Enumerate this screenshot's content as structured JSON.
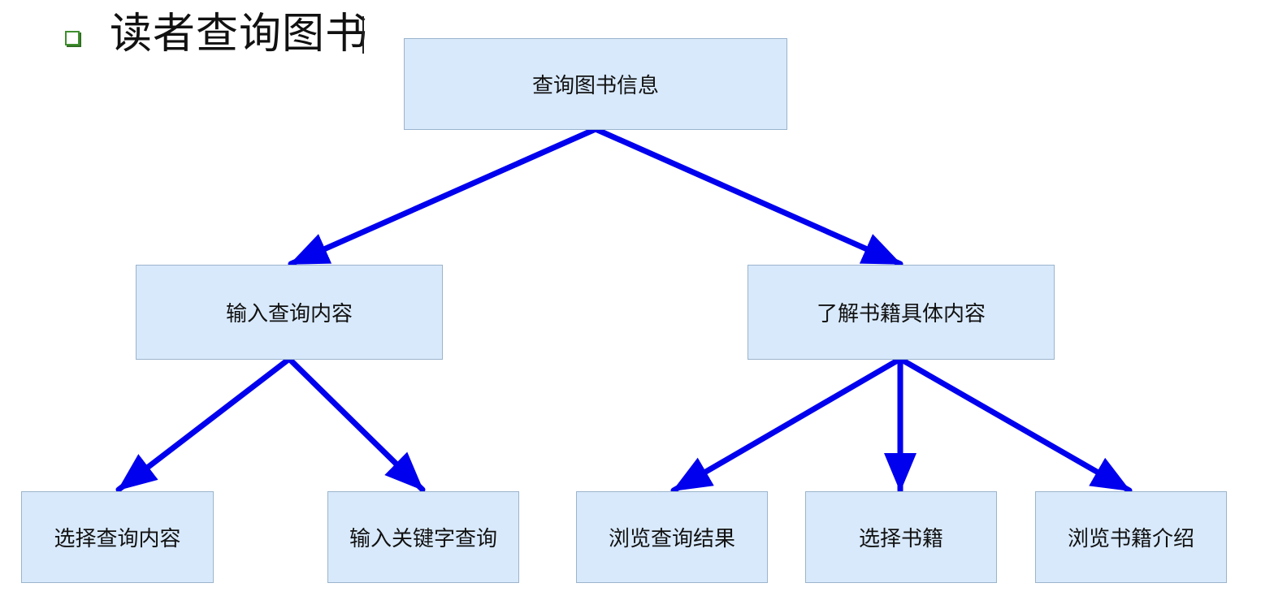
{
  "title": "读者查询图书",
  "nodes": {
    "root": "查询图书信息",
    "input_query": "输入查询内容",
    "book_details": "了解书籍具体内容",
    "select_query": "选择查询内容",
    "keyword_query": "输入关键字查询",
    "browse_results": "浏览查询结果",
    "select_book": "选择书籍",
    "browse_intro": "浏览书籍介绍"
  },
  "colors": {
    "node_fill": "#d8e9fb",
    "node_border": "#9bb4cc",
    "arrow": "#0000ee",
    "bullet": "#3f8f2e"
  }
}
